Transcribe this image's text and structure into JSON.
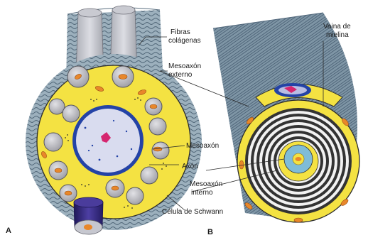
{
  "panels": {
    "a": "A",
    "b": "B"
  },
  "labels": {
    "fibras_line1": "Fibras",
    "fibras_line2": "colágenas",
    "mesoaxon_externo_line1": "Mesoaxón",
    "mesoaxon_externo_line2": "externo",
    "vaina_line1": "Vaina de",
    "vaina_line2": "mielina",
    "mesoaxon": "Mesoaxón",
    "axon": "Axón",
    "mesoaxon_interno_line1": "Mesoaxón",
    "mesoaxon_interno_line2": "interno",
    "celula_schwann": "Célula de Schwann"
  },
  "colors": {
    "collagen": "#8fa3b0",
    "collagen_fiber": "#5a6f80",
    "schwann_cytoplasm": "#f4e242",
    "axon_gray": "#bfbfc4",
    "nucleus_blue": "#1f3a8c",
    "mitochondria": "#e8872a",
    "myelin_dark": "#333333",
    "myelin_light": "#f2f2f2",
    "inner_axon": "#7fbcd8",
    "tube_purple": "#3c2f86"
  }
}
